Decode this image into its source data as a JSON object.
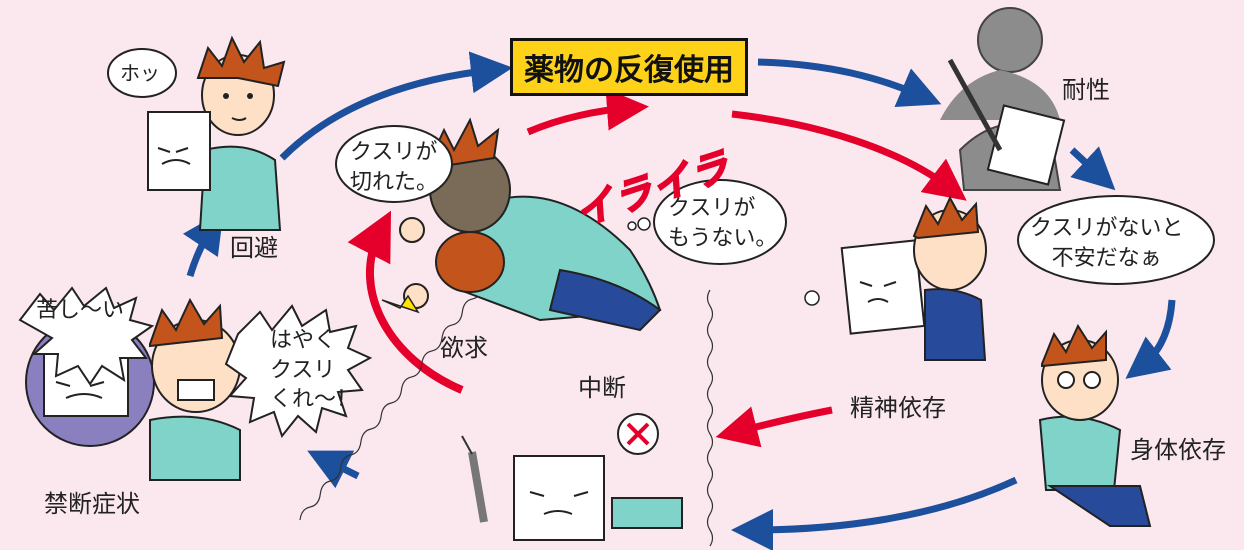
{
  "title": "薬物の反復使用",
  "irritation": "イライラ",
  "labels": {
    "avoidance": "回避",
    "tolerance": "耐性",
    "craving": "欲求",
    "interruption": "中断",
    "psychological": "精神依存",
    "physical": "身体依存",
    "withdrawal": "禁断症状"
  },
  "bubbles": {
    "relief": "ホッ",
    "ran_out_1": "クスリが",
    "ran_out_2": "切れた。",
    "no_more_1": "クスリが",
    "no_more_2": "もうない。",
    "anxious_1": "クスリがないと",
    "anxious_2": "不安だなぁ",
    "suffering": "苦し～い",
    "hurry_1": "はやく",
    "hurry_2": "クスリ",
    "hurry_3": "くれ～！"
  },
  "colors": {
    "background": "#fbe8ef",
    "blue_arrow": "#1c4f9c",
    "red_arrow": "#e4002b",
    "title_fill": "#ffd21a",
    "shirt": "#7fd3c9",
    "hair": "#c2541c",
    "drug_circle": "#8a7fbf"
  }
}
